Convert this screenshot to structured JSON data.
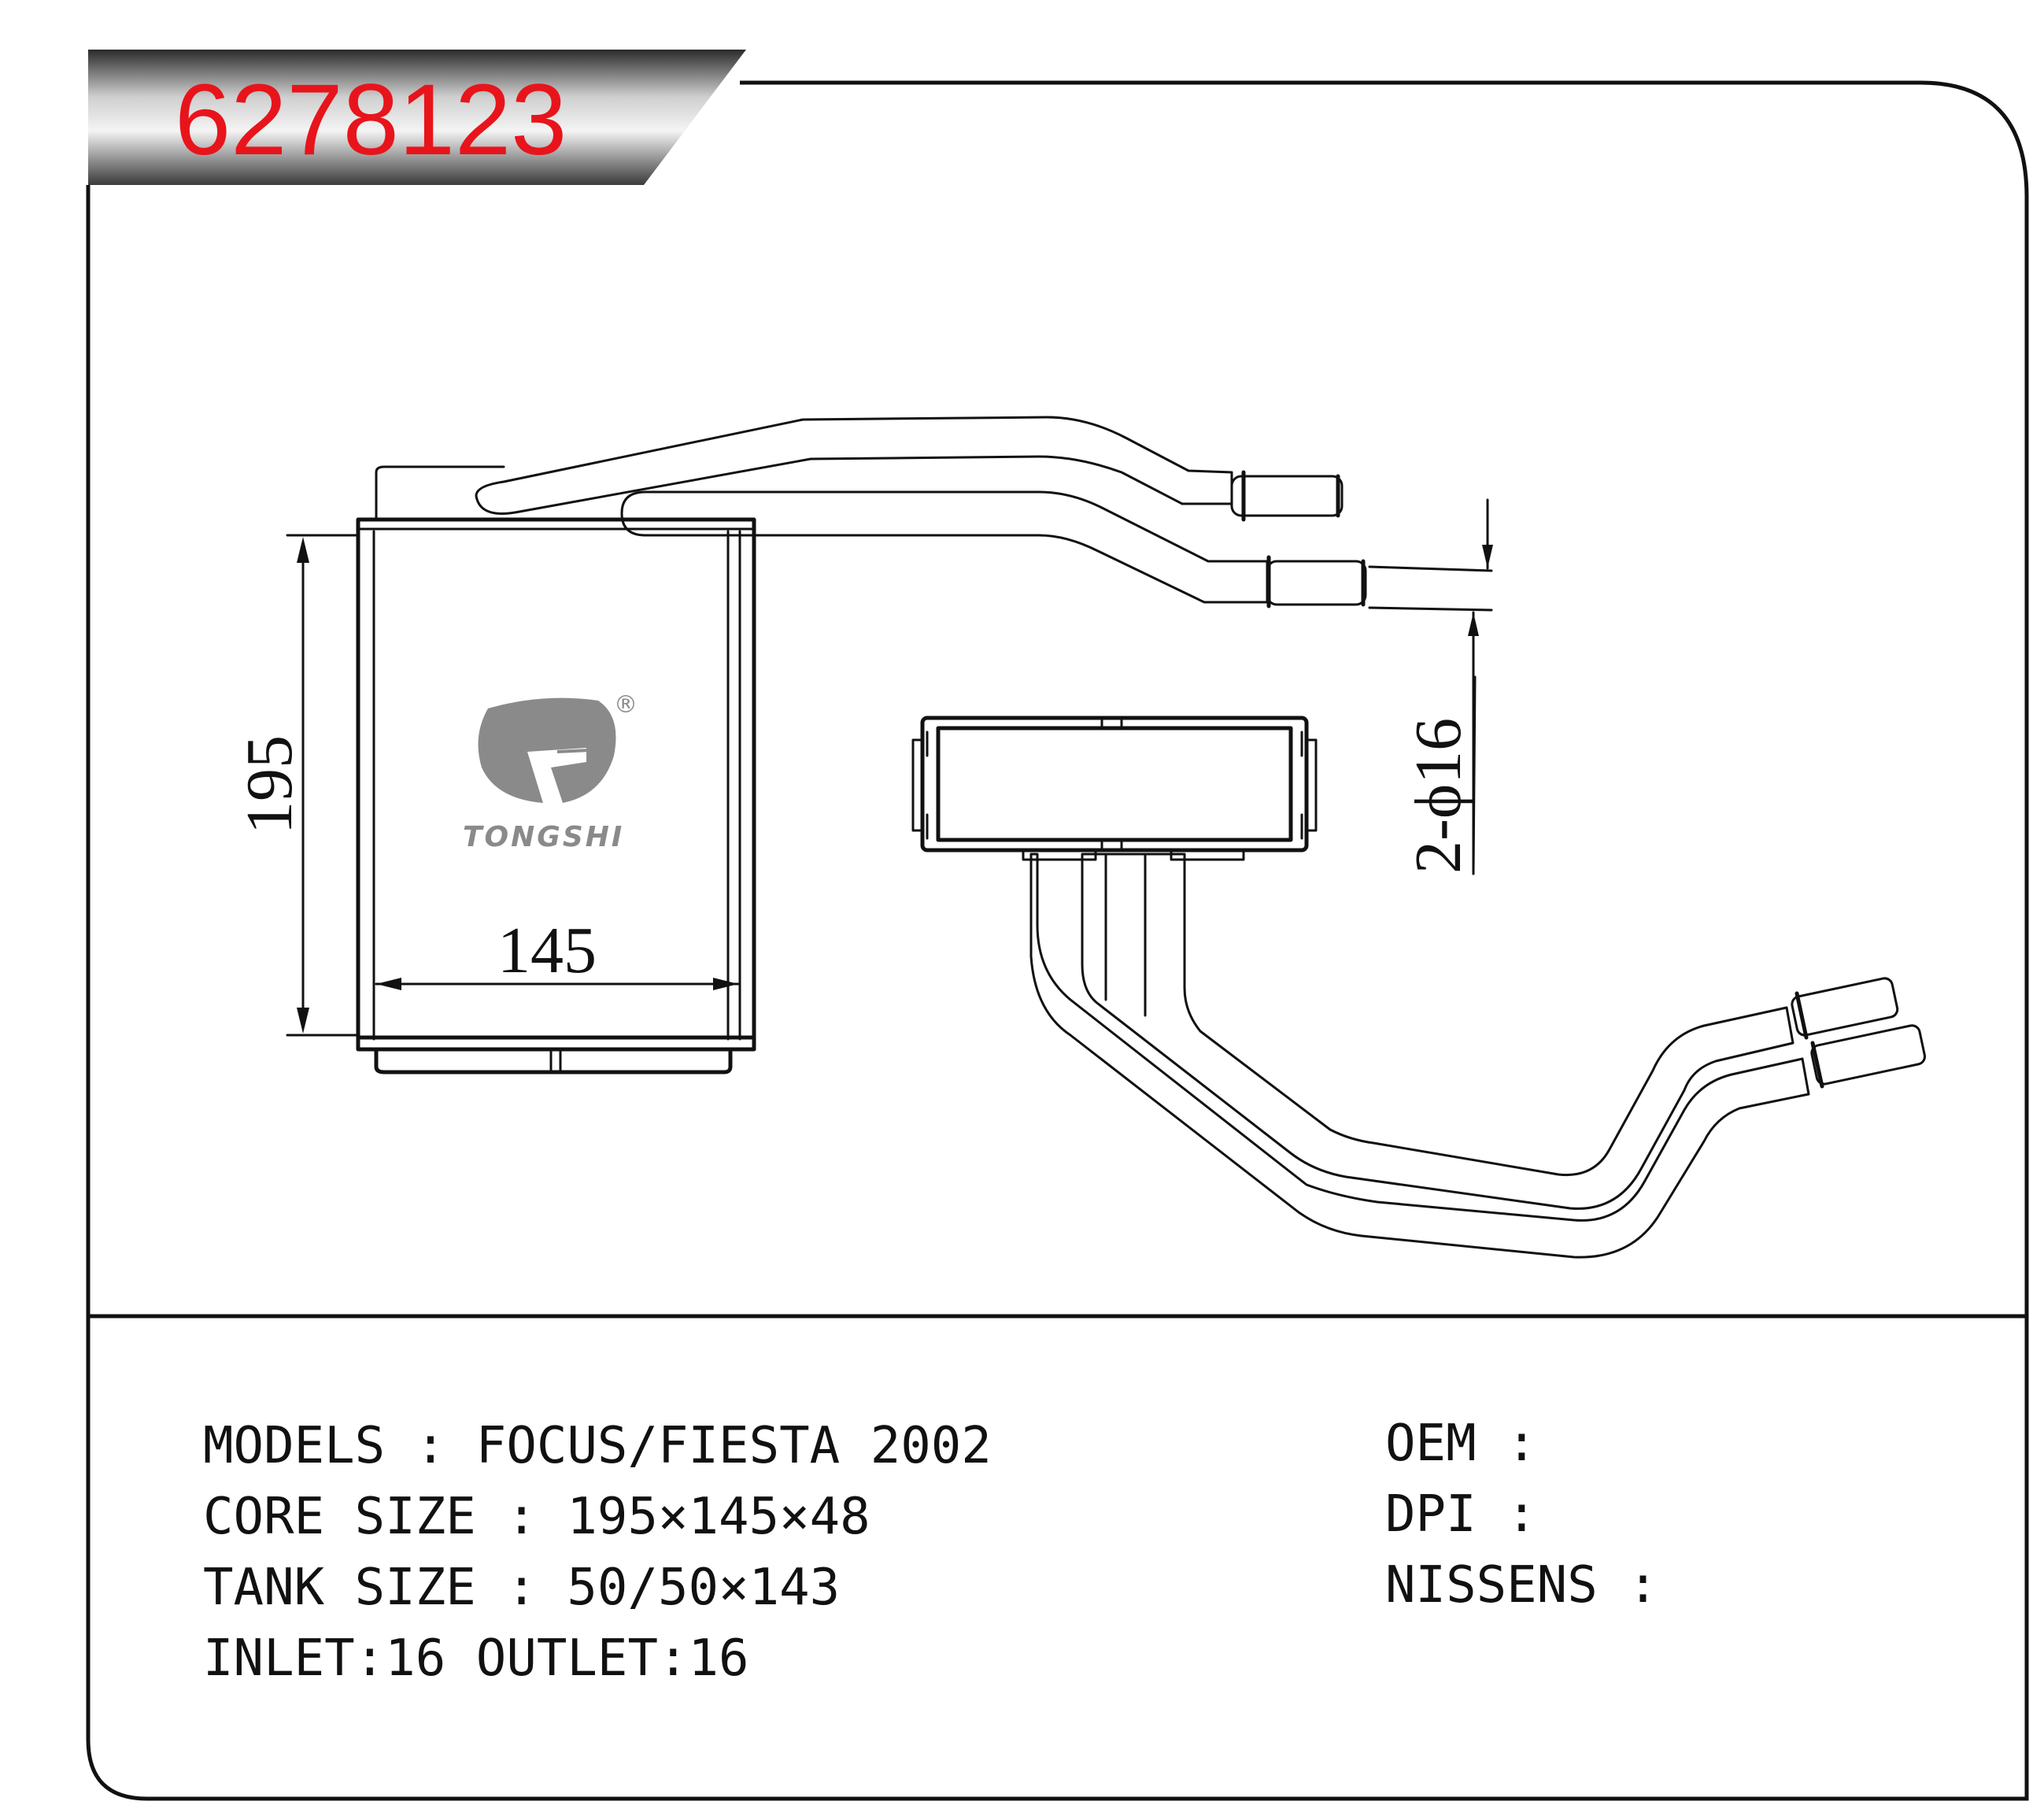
{
  "header": {
    "part_number": "6278123"
  },
  "drawing": {
    "brand_name": "TONGSHI",
    "registered_mark": "®",
    "dimensions": {
      "height_label": "195",
      "width_label": "145",
      "pipe_label": "2-ϕ16"
    }
  },
  "specs": {
    "models": "MODELS : FOCUS/FIESTA 2002",
    "core_size": "CORE SIZE : 195×145×48",
    "tank_size": "TANK SIZE : 50/50×143",
    "inlet_outlet": "INLET:16  OUTLET:16",
    "oem": "OEM :",
    "dpi": "DPI :",
    "nissens": "NISSENS :"
  },
  "colors": {
    "part_number": "#e8141b",
    "header_band_dark": "#2b2b2b",
    "header_band_light": "#f4f4f4",
    "logo_gray": "#8a8a8a"
  }
}
